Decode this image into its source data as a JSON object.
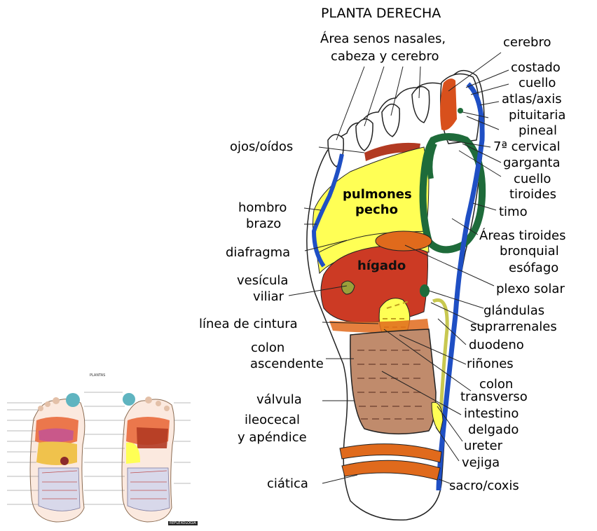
{
  "title": "PLANTA DERECHA",
  "organ_labels": {
    "pulmones": "pulmones",
    "pecho": "pecho",
    "higado": "hígado"
  },
  "labels": {
    "senos_1": "Área senos nasales,",
    "senos_2": "cabeza y cerebro",
    "cerebro": "cerebro",
    "costado": "costado",
    "cuello_top": "cuello",
    "atlas": "atlas/axis",
    "pituitaria": "pituitaria",
    "pineal": "pineal",
    "cervical": "7ª cervical",
    "garganta": "garganta",
    "cuello2": "cuello",
    "tiroides": "tiroides",
    "ojos": "ojos/oídos",
    "hombro": "hombro",
    "brazo": "brazo",
    "timo": "timo",
    "areas_tiroides": "Áreas tiroides",
    "bronquial": "bronquial",
    "diafragma": "diafragma",
    "esofago": "esófago",
    "vesicula": "vesícula",
    "viliar": "viliar",
    "plexo": "plexo solar",
    "glandulas": "glándulas",
    "suprarrenales": "suprarrenales",
    "cintura": "línea de cintura",
    "duodeno": "duodeno",
    "colon_asc1": "colon",
    "colon_asc2": "ascendente",
    "rinones": "riñones",
    "colon_tr1": "colon",
    "colon_tr2": "transverso",
    "valvula1": "válvula",
    "valvula2": "ileocecal",
    "valvula3": "y apéndice",
    "intestino": "intestino",
    "delgado": "delgado",
    "ureter": "ureter",
    "vejiga": "vejiga",
    "ciatica": "ciática",
    "sacro": "sacro/coxis"
  },
  "thumbnail": {
    "title": "PLANTAS",
    "caption": "REFLEXOLOGÍA"
  },
  "colors": {
    "blue": "#1f4fc4",
    "green": "#1e6b3a",
    "yellow": "#ffff55",
    "red_liver": "#cc3a24",
    "orange": "#e06a1c",
    "brown": "#c08b6c",
    "dark_red": "#b23a22"
  }
}
